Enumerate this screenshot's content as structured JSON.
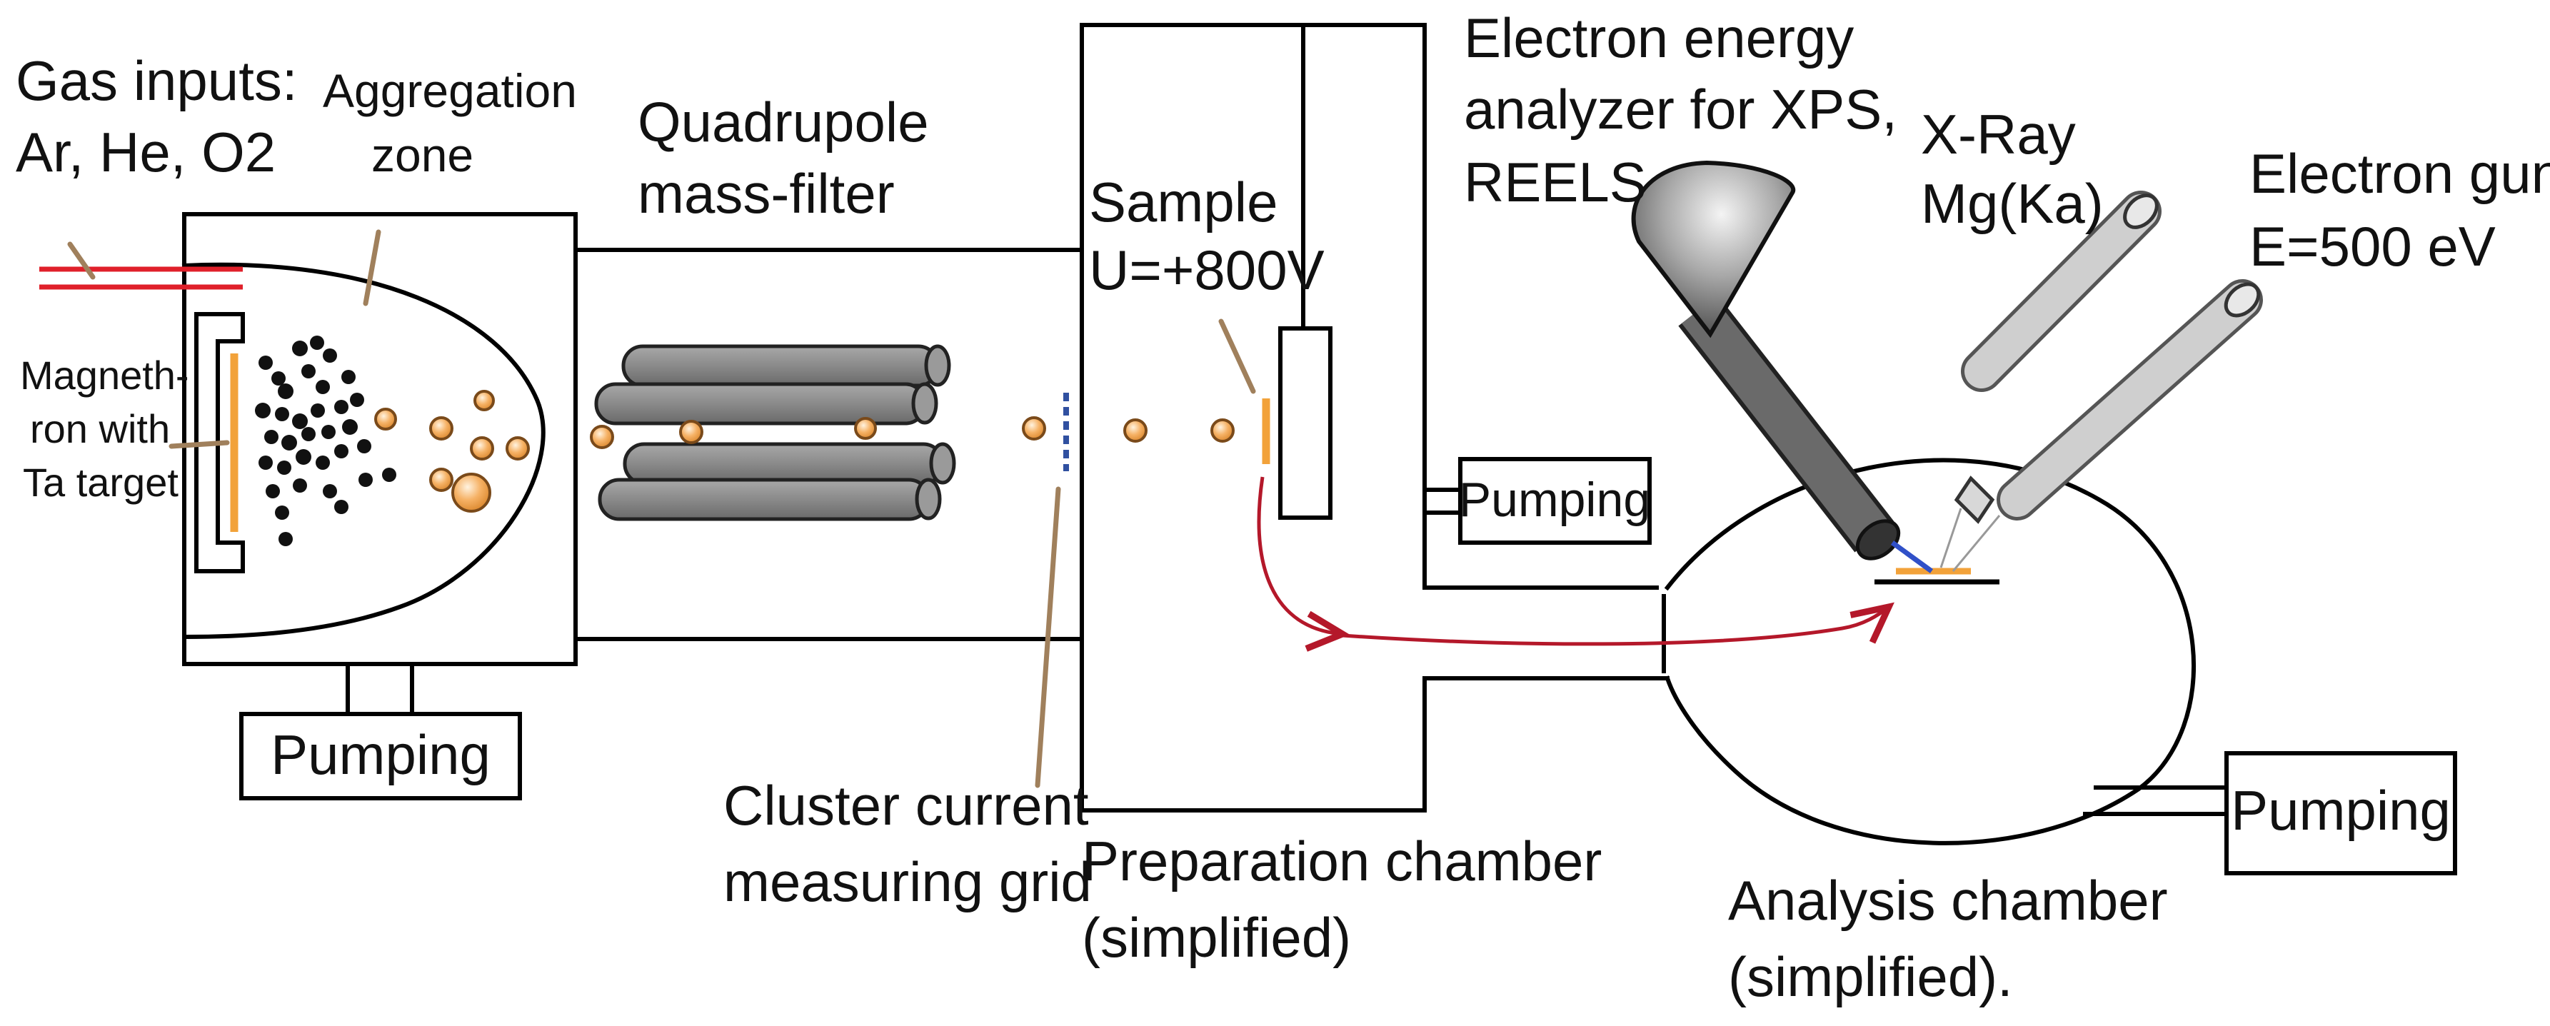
{
  "labels": {
    "gas_inputs_line1": "Gas inputs:",
    "gas_inputs_line2": "Ar, He, O2",
    "aggregation_line1": "Aggregation",
    "aggregation_line2": "zone",
    "magnetron_line1": "Magneth-",
    "magnetron_line2": "ron with",
    "magnetron_line3": "Ta target",
    "quadrupole_line1": "Quadrupole",
    "quadrupole_line2": "mass-filter",
    "sample_line1": "Sample",
    "sample_line2": "U=+800V",
    "analyzer_line1": "Electron energy",
    "analyzer_line2": "analyzer for XPS,",
    "analyzer_line3": "REELS",
    "xray_line1": "X-Ray",
    "xray_line2": "Mg(Ka)",
    "egun_line1": "Electron gun",
    "egun_line2": "E=500 eV",
    "pumping_source": "Pumping",
    "pumping_prep": "Pumping",
    "pumping_analysis": "Pumping",
    "grid_line1": "Cluster current",
    "grid_line2": "measuring grid",
    "prep_line1": "Preparation chamber",
    "prep_line2": "(simplified)",
    "analysis_line1": "Analysis chamber",
    "analysis_line2": "(simplified)."
  },
  "colors": {
    "gas_line": "#e0202a",
    "target": "#f2a23a",
    "cluster_fill": "#f6b266",
    "cluster_stroke": "#7a4a1a",
    "leader": "#a0805c",
    "grid": "#3050a0",
    "transfer_path": "#b4182a",
    "rod_fill": "#8c8c8c",
    "tube_fill": "#c8c8c8",
    "analyzer_tube": "#6a6a6a",
    "beam_electron": "#3050c8"
  },
  "icons": {
    "magnetron": "magnetron-target-icon",
    "quadrupole": "quadrupole-rods-icon",
    "analyzer": "hemispherical-analyzer-icon",
    "xray_source": "x-ray-tube-icon",
    "electron_gun": "electron-gun-icon"
  }
}
